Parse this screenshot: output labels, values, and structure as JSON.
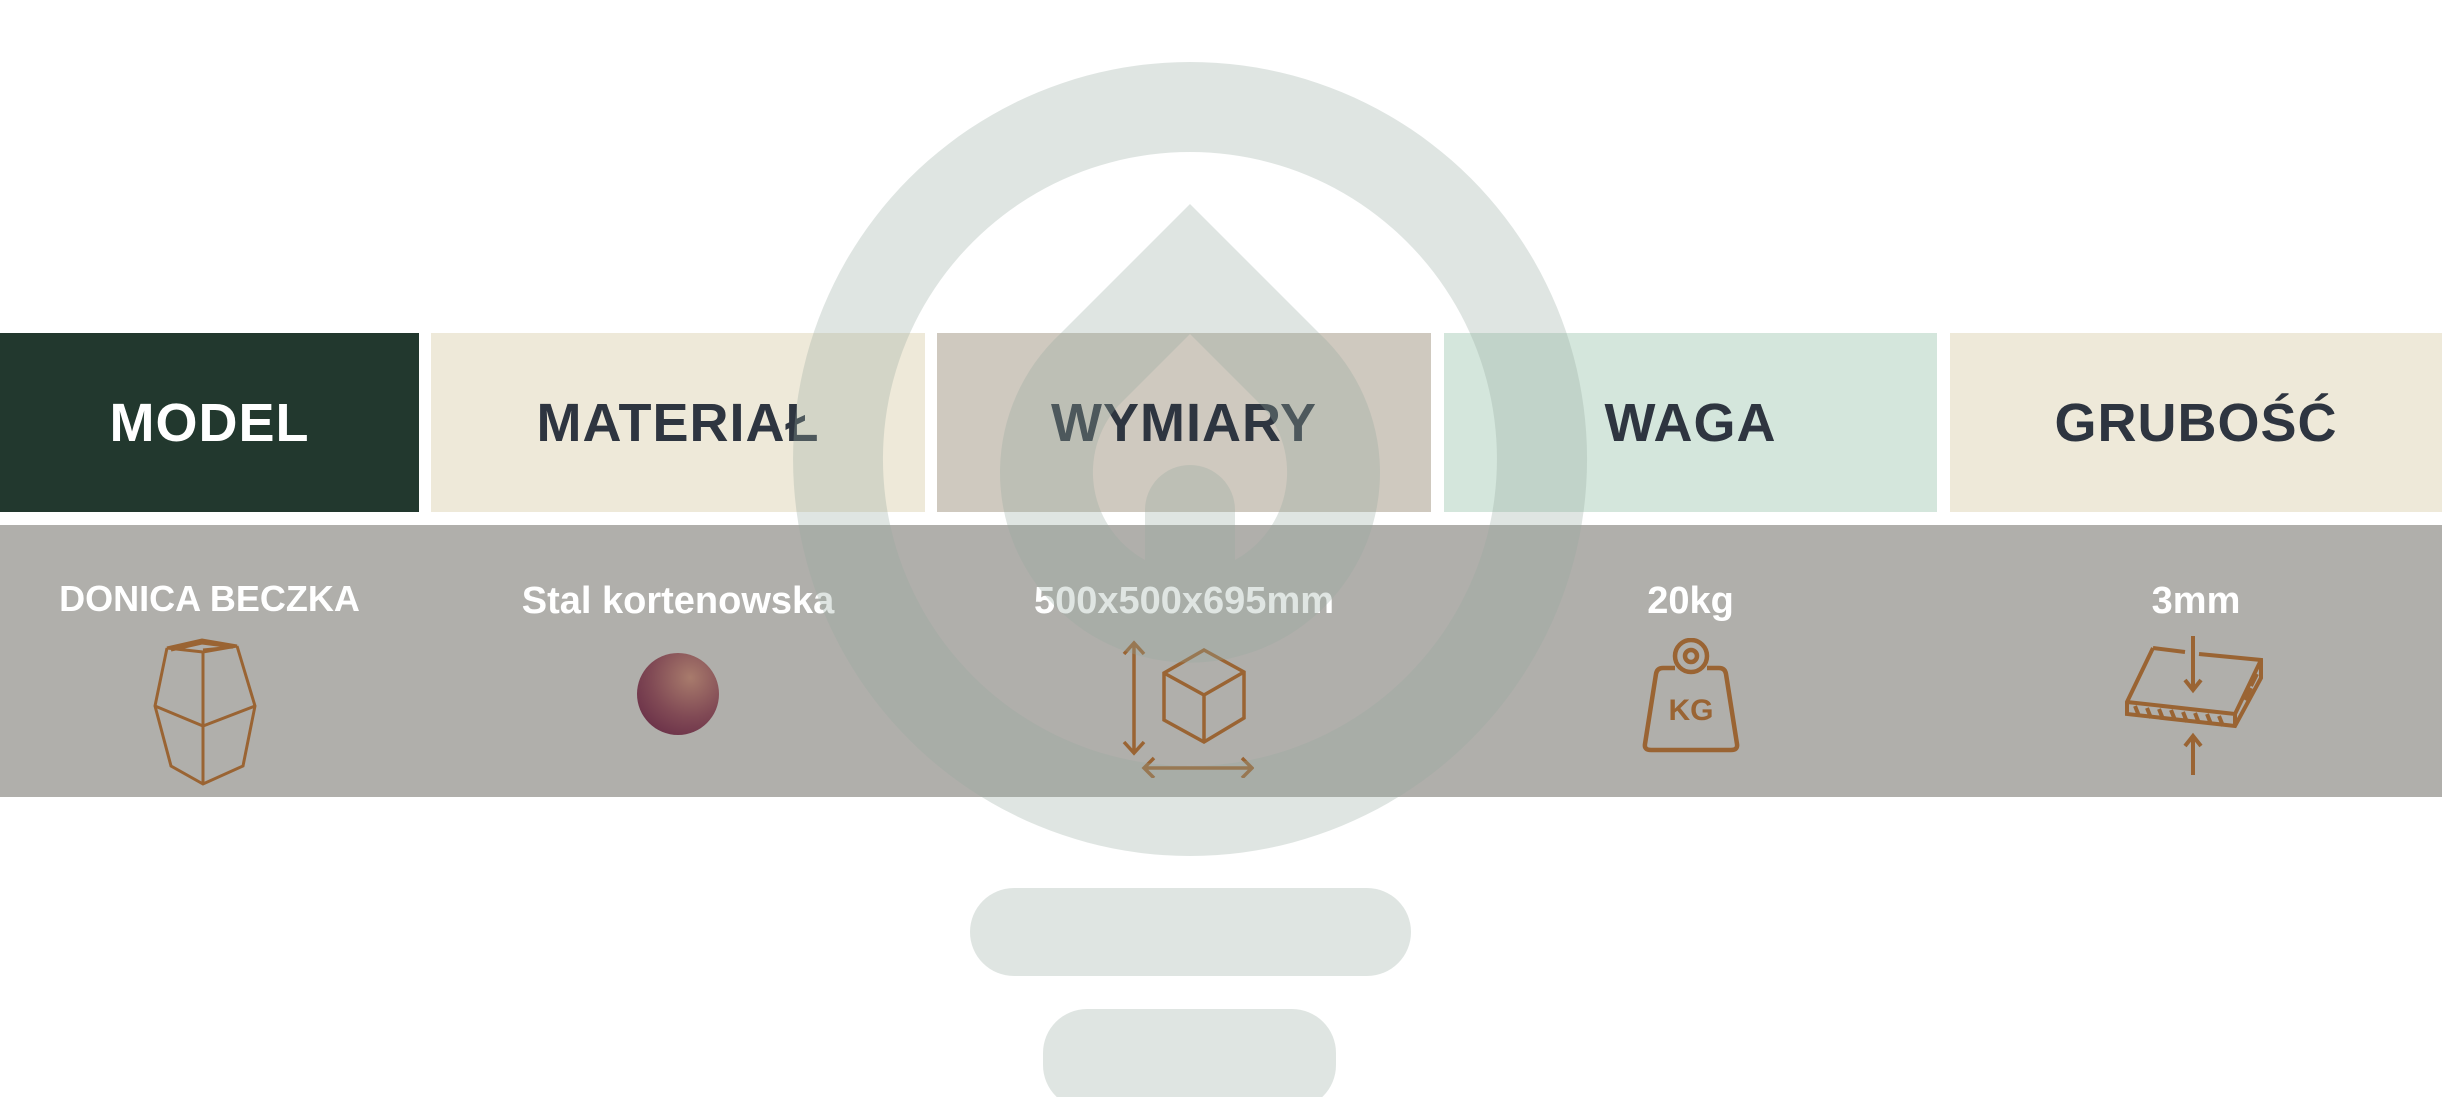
{
  "headers": [
    "MODEL",
    "MATERIAŁ",
    "WYMIARY",
    "WAGA",
    "GRUBOŚĆ"
  ],
  "values": {
    "model": "DONICA BECZKA",
    "material": "Stal kortenowska",
    "dimensions": "500x500x695mm",
    "weight": "20kg",
    "thickness": "3mm"
  },
  "icons": {
    "model": "barrel-planter-icon",
    "material": "corten-sphere-icon",
    "dimensions": "cube-dimensions-icon",
    "weight": "kg-weight-icon",
    "thickness": "sheet-thickness-icon",
    "weight_icon_text": "KG"
  },
  "colors": {
    "model_header": "#22382e",
    "material_header": "#eee9d9",
    "dimensions_header": "#cfc9bf",
    "weight_header": "#d4e6dc",
    "thickness_header": "#eee9d9",
    "value_band": "#b0afab",
    "icon": "#9a6433"
  }
}
